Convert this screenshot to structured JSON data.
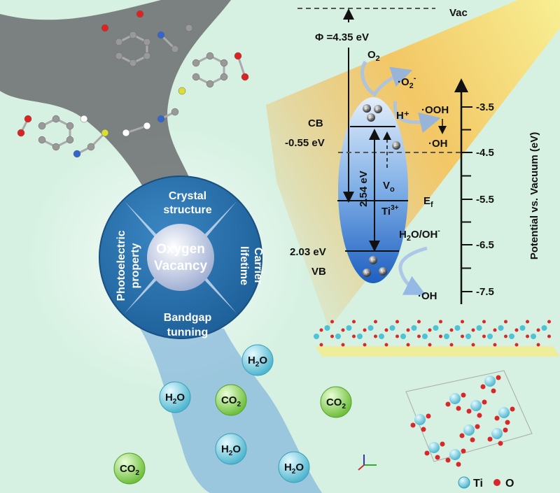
{
  "diagram": {
    "vacuum_label": "Vac",
    "work_function": "Φ =4.35 eV",
    "o2": "O",
    "o2_sub": "2",
    "superoxide": "·O",
    "superoxide_sub": "2",
    "superoxide_sup": "-",
    "h_plus": "H⁺",
    "ooh": "·OOH",
    "oh_top": "·OH",
    "cb_label": "CB",
    "cb_value": "-0.55 eV",
    "bandgap": "2.54 eV",
    "vo": "V",
    "vo_sub": "o",
    "ti3": "Ti",
    "ti3_sup": "3+",
    "ef": "E",
    "ef_sub": "f",
    "h2o_oh": "H",
    "h2o_oh_sub": "2",
    "h2o_oh_rest": "O/OH",
    "h2o_oh_sup": "-",
    "vb_value": "2.03 eV",
    "vb_label": "VB",
    "oh_bottom": "·OH",
    "electron": "e⁻",
    "hole": "h⁺"
  },
  "axis": {
    "label": "Potential vs. Vacuum (eV)",
    "ticks": [
      "-3.5",
      "-4.5",
      "-5.5",
      "-6.5",
      "-7.5"
    ]
  },
  "wheel": {
    "center_line1": "Oxygen",
    "center_line2": "Vacancy",
    "top_line1": "Crystal",
    "top_line2": "structure",
    "right_line1": "Carrier",
    "right_line2": "lifetime",
    "bottom_line1": "Bandgap",
    "bottom_line2": "tunning",
    "left_line1": "Photoelectric",
    "left_line2": "property"
  },
  "molecules": {
    "h2o": "H",
    "h2o_sub": "2",
    "h2o_rest": "O",
    "co2": "CO",
    "co2_sub": "2"
  },
  "legend": {
    "ti": "Ti",
    "o": "O"
  },
  "colors": {
    "background": "#d6f1e2",
    "beam": "#f5b74a",
    "wheel": "#2a6fa8",
    "ti": "#4fc3d6",
    "o": "#d8282a"
  }
}
